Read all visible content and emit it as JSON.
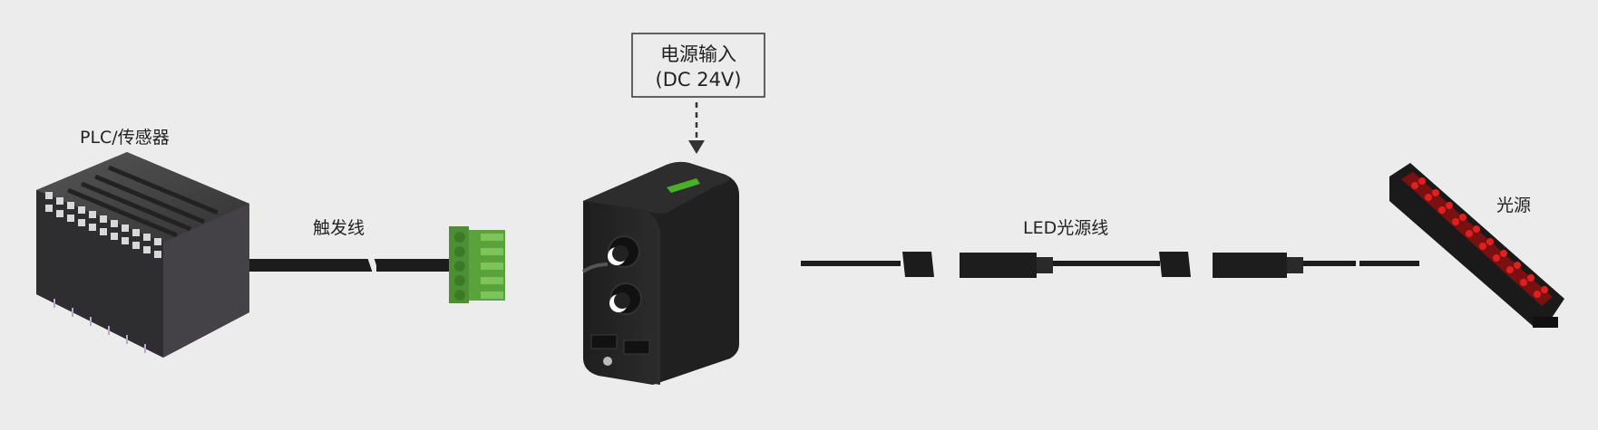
{
  "labels": {
    "plc": "PLC/传感器",
    "trigger_cable": "触发线",
    "power_input_line1": "电源输入",
    "power_input_line2": "(DC 24V)",
    "led_cable": "LED光源线",
    "light_source": "光源"
  },
  "colors": {
    "background": "#ececec",
    "device_dark": "#2a2a2a",
    "terminal_green": "#5aa23c",
    "led_red": "#e02020"
  }
}
